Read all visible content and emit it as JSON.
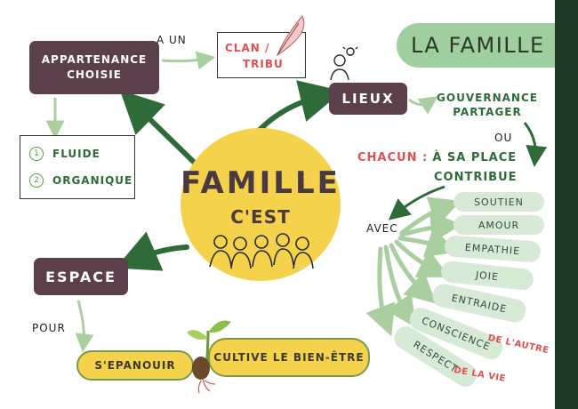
{
  "title": "LA FAMILLE",
  "center": {
    "main": "FAMILLE",
    "sub": "C'EST"
  },
  "nodes": {
    "appartenance": "APPARTENANCE CHOISIE",
    "a_un": "A UN",
    "clan": "CLAN /",
    "tribu": "TRIBU",
    "fluide": "FLUIDE",
    "organique": "ORGANIQUE",
    "num1": "1",
    "num2": "2",
    "lieux": "LIEUX",
    "gouvernance": "GOUVERNANCE PARTAGER",
    "ou": "OU",
    "chacun": "CHACUN :",
    "a_sa_place": "À SA PLACE",
    "contribue": "CONTRIBUE",
    "avec": "AVEC",
    "espace": "ESPACE",
    "pour": "POUR",
    "sepanouir": "S'EPANOUIR",
    "cultive": "CULTIVE LE BIEN-ÊTRE"
  },
  "values": [
    {
      "label": "SOUTIEN",
      "extra": ""
    },
    {
      "label": "AMOUR",
      "extra": ""
    },
    {
      "label": "EMPATHIE",
      "extra": ""
    },
    {
      "label": "JOIE",
      "extra": ""
    },
    {
      "label": "ENTRAIDE",
      "extra": ""
    },
    {
      "label": "CONSCIENCE",
      "extra": "DE L'AUTRE"
    },
    {
      "label": "RESPECT",
      "extra": "DE LA VIE"
    }
  ],
  "colors": {
    "dark_box": "#5b3f4b",
    "title_pill": "#9fcf9f",
    "circle": "#f4d24c",
    "dark_arrow": "#2e6b38",
    "light_arrow": "#a9cfa0",
    "accent_red": "#e05050",
    "side_bar": "#1f3a25"
  },
  "icons": [
    "feather-icon",
    "person-lightbulb-icon",
    "people-group-icon",
    "sprout-seed-icon"
  ]
}
